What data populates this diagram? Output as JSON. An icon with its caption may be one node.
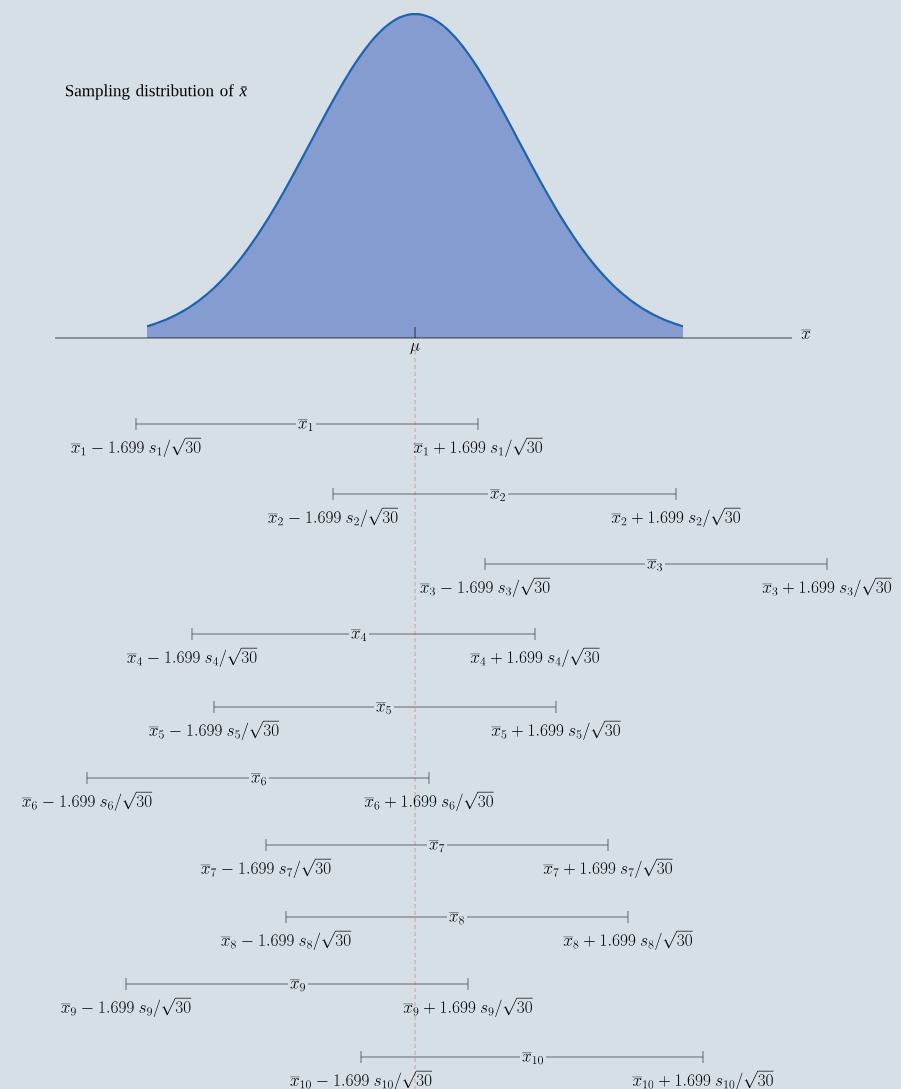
{
  "diagram": {
    "labels": [
      "Sampling distribution of *x̄*",
      "\\overline{x}",
      "\\mu",
      "\\overline{x}_1",
      "\\overline{x}_1 - 1.699\\ s_1/\\sqrt{30}",
      "\\overline{x}_1 + 1.699\\ s_1/\\sqrt{30}",
      "\\overline{x}_2",
      "\\overline{x}_2 - 1.699\\ s_2/\\sqrt{30}",
      "\\overline{x}_2 + 1.699\\ s_2/\\sqrt{30}",
      "\\overline{x}_3",
      "\\overline{x}_3 - 1.699\\ s_3/\\sqrt{30}",
      "\\overline{x}_3 + 1.699\\ s_3/\\sqrt{30}",
      "\\overline{x}_4",
      "\\overline{x}_4 - 1.699\\ s_4/\\sqrt{30}",
      "\\overline{x}_4 + 1.699\\ s_4/\\sqrt{30}",
      "\\overline{x}_5",
      "\\overline{x}_5 - 1.699\\ s_5/\\sqrt{30}",
      "\\overline{x}_5 + 1.699\\ s_5/\\sqrt{30}",
      "\\overline{x}_6",
      "\\overline{x}_6 - 1.699\\ s_6/\\sqrt{30}",
      "\\overline{x}_6 + 1.699\\ s_6/\\sqrt{30}",
      "\\overline{x}_7",
      "\\overline{x}_7 - 1.699\\ s_7/\\sqrt{30}",
      "\\overline{x}_7 + 1.699\\ s_7/\\sqrt{30}",
      "\\overline{x}_8",
      "\\overline{x}_8 - 1.699\\ s_8/\\sqrt{30}",
      "\\overline{x}_8 + 1.699\\ s_8/\\sqrt{30}",
      "\\overline{x}_9",
      "\\overline{x}_9 - 1.699\\ s_9/\\sqrt{30}",
      "\\overline{x}_9 + 1.699\\ s_9/\\sqrt{30}",
      "\\overline{x}_{10}",
      "\\overline{x}_{10} - 1.699\\ s_{10}/\\sqrt{30}",
      "\\overline{x}_{10} + 1.699\\ s_{10}/\\sqrt{30}"
    ]
  }
}
